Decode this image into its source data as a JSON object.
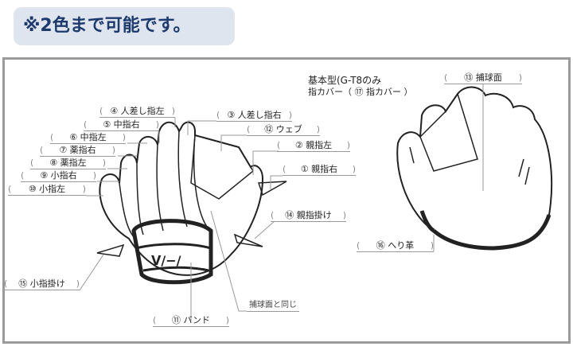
{
  "badge": "※2色まで可能です。",
  "note": {
    "line1": "基本型(G-T8のみ",
    "line2_prefix": "指カバー（ ⑰ 指カバー ）"
  },
  "paren_open": "(",
  "paren_close": ")",
  "labels": [
    {
      "id": "l4",
      "text": "④ 人差し指左"
    },
    {
      "id": "l5",
      "text": "⑤ 中指右"
    },
    {
      "id": "l6",
      "text": "⑥ 中指左"
    },
    {
      "id": "l7",
      "text": "⑦ 薬指右"
    },
    {
      "id": "l8",
      "text": "⑧ 薬指左"
    },
    {
      "id": "l9",
      "text": "⑨ 小指右"
    },
    {
      "id": "l10",
      "text": "⑩ 小指左"
    },
    {
      "id": "l3",
      "text": "③ 人差し指右"
    },
    {
      "id": "l12",
      "text": "⑫ ウェブ"
    },
    {
      "id": "l2",
      "text": "② 親指左"
    },
    {
      "id": "l1",
      "text": "① 親指右"
    },
    {
      "id": "l14",
      "text": "⑭ 親指掛け"
    },
    {
      "id": "l15",
      "text": "⑮ 小指掛け"
    },
    {
      "id": "l11",
      "text": "⑪ バンド"
    },
    {
      "id": "l13",
      "text": "⑬ 捕球面"
    },
    {
      "id": "l16",
      "text": "⑯ へり革"
    }
  ],
  "same_as": "捕球面と同じ",
  "colors": {
    "badge_bg": "#dfe5ef",
    "badge_text": "#1d3a6e",
    "frame": "#9a9a9a"
  }
}
